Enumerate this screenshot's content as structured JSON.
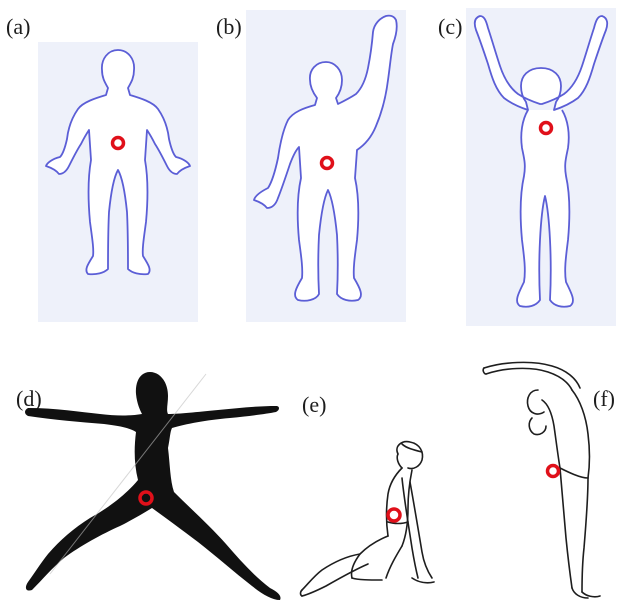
{
  "panels": [
    {
      "label": "(a)",
      "pose": "standing-arms-down"
    },
    {
      "label": "(b)",
      "pose": "standing-one-arm-raised"
    },
    {
      "label": "(c)",
      "pose": "standing-both-arms-raised"
    },
    {
      "label": "(d)",
      "pose": "warrior-pose-silhouette"
    },
    {
      "label": "(e)",
      "pose": "low-lunge-backbend-sketch"
    },
    {
      "label": "(f)",
      "pose": "standing-backbend-sketch"
    }
  ],
  "colors": {
    "outline_blue": "#5b5ed6",
    "panel_bg_blue": "#eef1fa",
    "marker_red": "#e0101a",
    "silhouette_black": "#111111",
    "sketch_ink": "#1e1e1e"
  },
  "marker": {
    "shape": "ring",
    "meaning": "center of gravity"
  }
}
